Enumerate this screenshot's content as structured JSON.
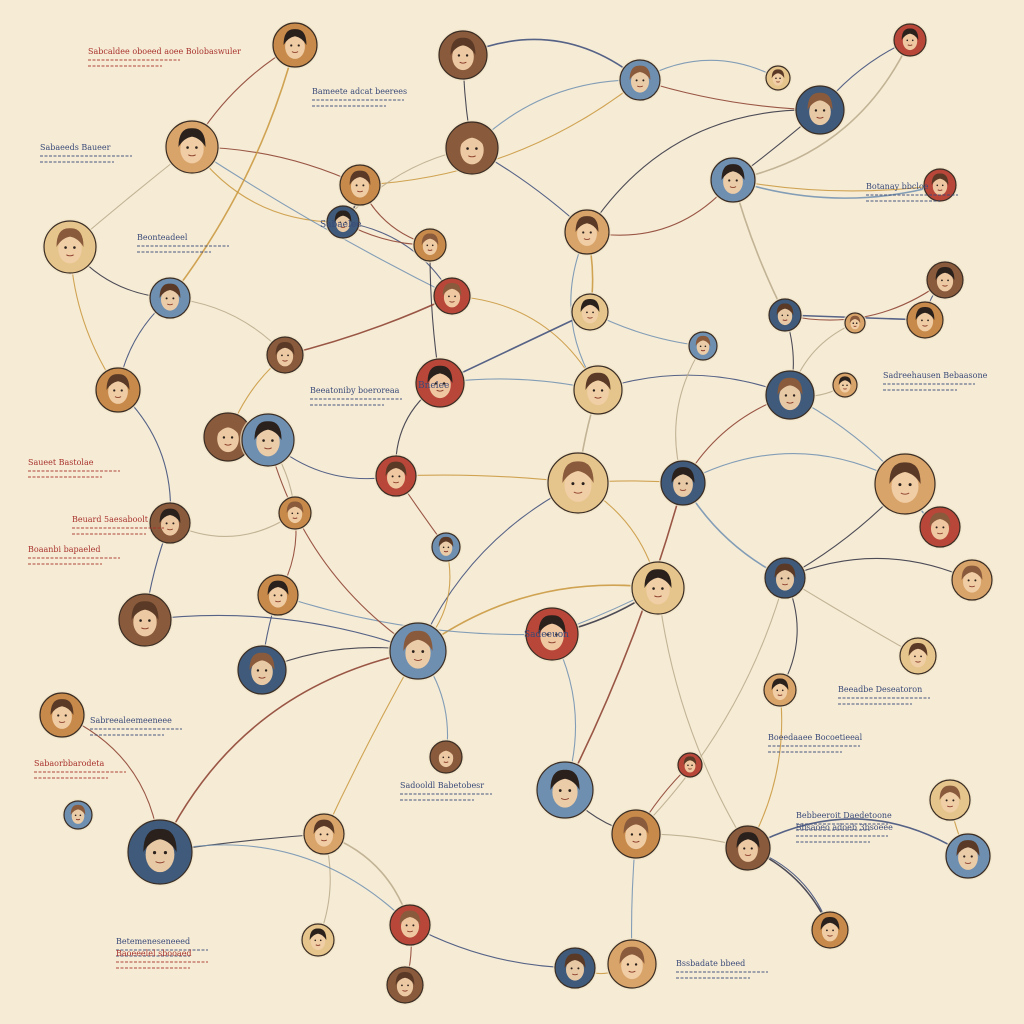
{
  "diagram": {
    "kind": "social network illustration",
    "background": "#f6ecd6",
    "edge_colors": [
      "#3a4a78",
      "#8a3c2c",
      "#c9963c",
      "#6f8fb0",
      "#2f2f3f",
      "#b9a98a"
    ],
    "node_palette": [
      "#c78a4a",
      "#8a5a3c",
      "#6f8fb0",
      "#b8473a",
      "#e6c58c",
      "#3f5a7a",
      "#d9a46a"
    ],
    "captions": [
      {
        "id": "c1",
        "text": "Sabcaldee oboeed aoee Bolobaswuler",
        "ink": "red"
      },
      {
        "id": "c2",
        "text": "Bameete adcat beerees",
        "ink": "ink"
      },
      {
        "id": "c3",
        "text": "Sabaeeds Baueer",
        "ink": "ink"
      },
      {
        "id": "c4",
        "text": "Beonteadeel",
        "ink": "ink"
      },
      {
        "id": "c5",
        "text": "Botanay bbcloe",
        "ink": "ink"
      },
      {
        "id": "c6",
        "text": "Beeatoniby boeroreaa",
        "ink": "ink"
      },
      {
        "id": "c7",
        "text": "Sadreehausen Bebaasone",
        "ink": "ink"
      },
      {
        "id": "c8",
        "text": "Saueet Bastolae",
        "ink": "red"
      },
      {
        "id": "c9",
        "text": "Beuard 5aesaboolt",
        "ink": "red"
      },
      {
        "id": "c10",
        "text": "Boaanbi bapaeled",
        "ink": "red"
      },
      {
        "id": "c11",
        "text": "Beeadbe Deseatoron",
        "ink": "ink"
      },
      {
        "id": "c12",
        "text": "Sabreealeemeeneee",
        "ink": "ink"
      },
      {
        "id": "c13",
        "text": "Boeedaaee Bocoetieeal",
        "ink": "ink"
      },
      {
        "id": "c14",
        "text": "Sabaorbbarodeta",
        "ink": "red"
      },
      {
        "id": "c15",
        "text": "Sadooldl Babetobesr",
        "ink": "ink"
      },
      {
        "id": "c16",
        "text": "Bebbeeroit Daedetoone",
        "ink": "ink"
      },
      {
        "id": "c17",
        "text": "Sbsaoeo adoeb 3bsoeee",
        "ink": "ink"
      },
      {
        "id": "c18",
        "text": "Betemeneseneeed",
        "ink": "ink"
      },
      {
        "id": "c19",
        "text": "Bssbadate bbeed",
        "ink": "ink"
      },
      {
        "id": "c20",
        "text": "Baoeeelel sbooaed",
        "ink": "red"
      }
    ],
    "node_labels": [
      {
        "id": "l1",
        "text": "Sabaelee"
      },
      {
        "id": "l2",
        "text": "Bnelee"
      },
      {
        "id": "l3",
        "text": "Sadeeuon"
      }
    ]
  }
}
